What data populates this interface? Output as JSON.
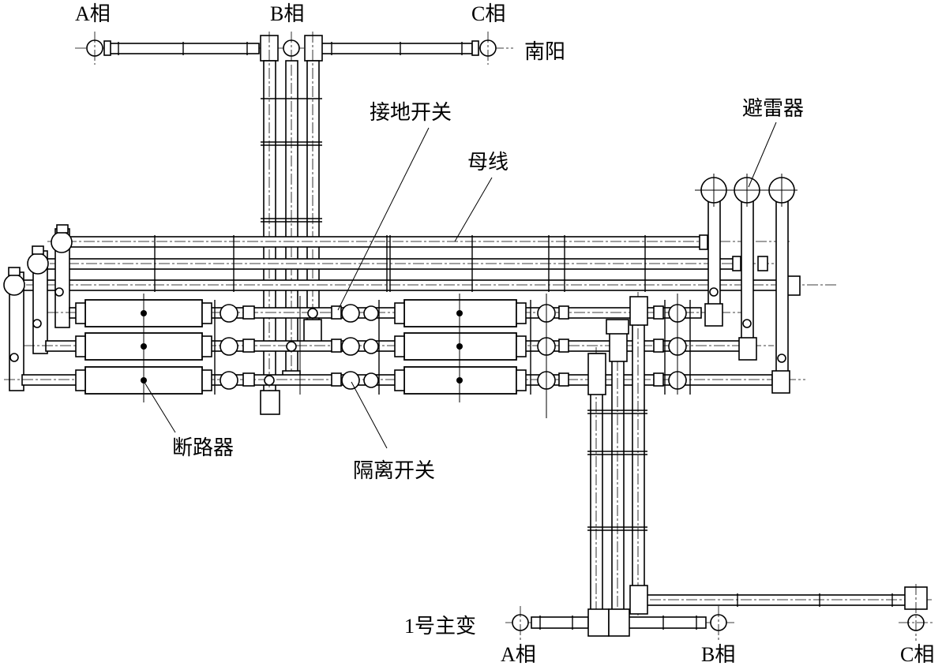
{
  "labels": {
    "top_a": "A相",
    "top_b": "B相",
    "top_c": "C相",
    "nanyang": "南阳",
    "ground_switch": "接地开关",
    "busbar": "母线",
    "arrester": "避雷器",
    "breaker": "断路器",
    "isolator": "隔离开关",
    "transformer": "1号主变",
    "bottom_a": "A相",
    "bottom_b": "B相",
    "bottom_c": "C相"
  }
}
